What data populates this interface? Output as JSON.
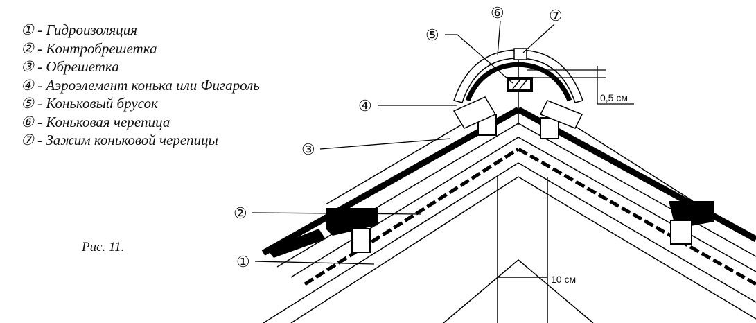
{
  "legend": [
    {
      "num": "①",
      "text": "① - Гидроизоляция"
    },
    {
      "num": "②",
      "text": "② - Контробрешетка"
    },
    {
      "num": "③",
      "text": "③ - Обрешетка"
    },
    {
      "num": "④",
      "text": "④ - Аэроэлемент конька или Фигароль"
    },
    {
      "num": "⑤",
      "text": "⑤ - Коньковый брусок"
    },
    {
      "num": "⑥",
      "text": "⑥ - Коньковая черепица"
    },
    {
      "num": "⑦",
      "text": "⑦ - Зажим коньковой черепицы"
    }
  ],
  "caption": "Рис. 11.",
  "dimensions": {
    "gap": "0,5 см",
    "overhang": "10 см"
  }
}
